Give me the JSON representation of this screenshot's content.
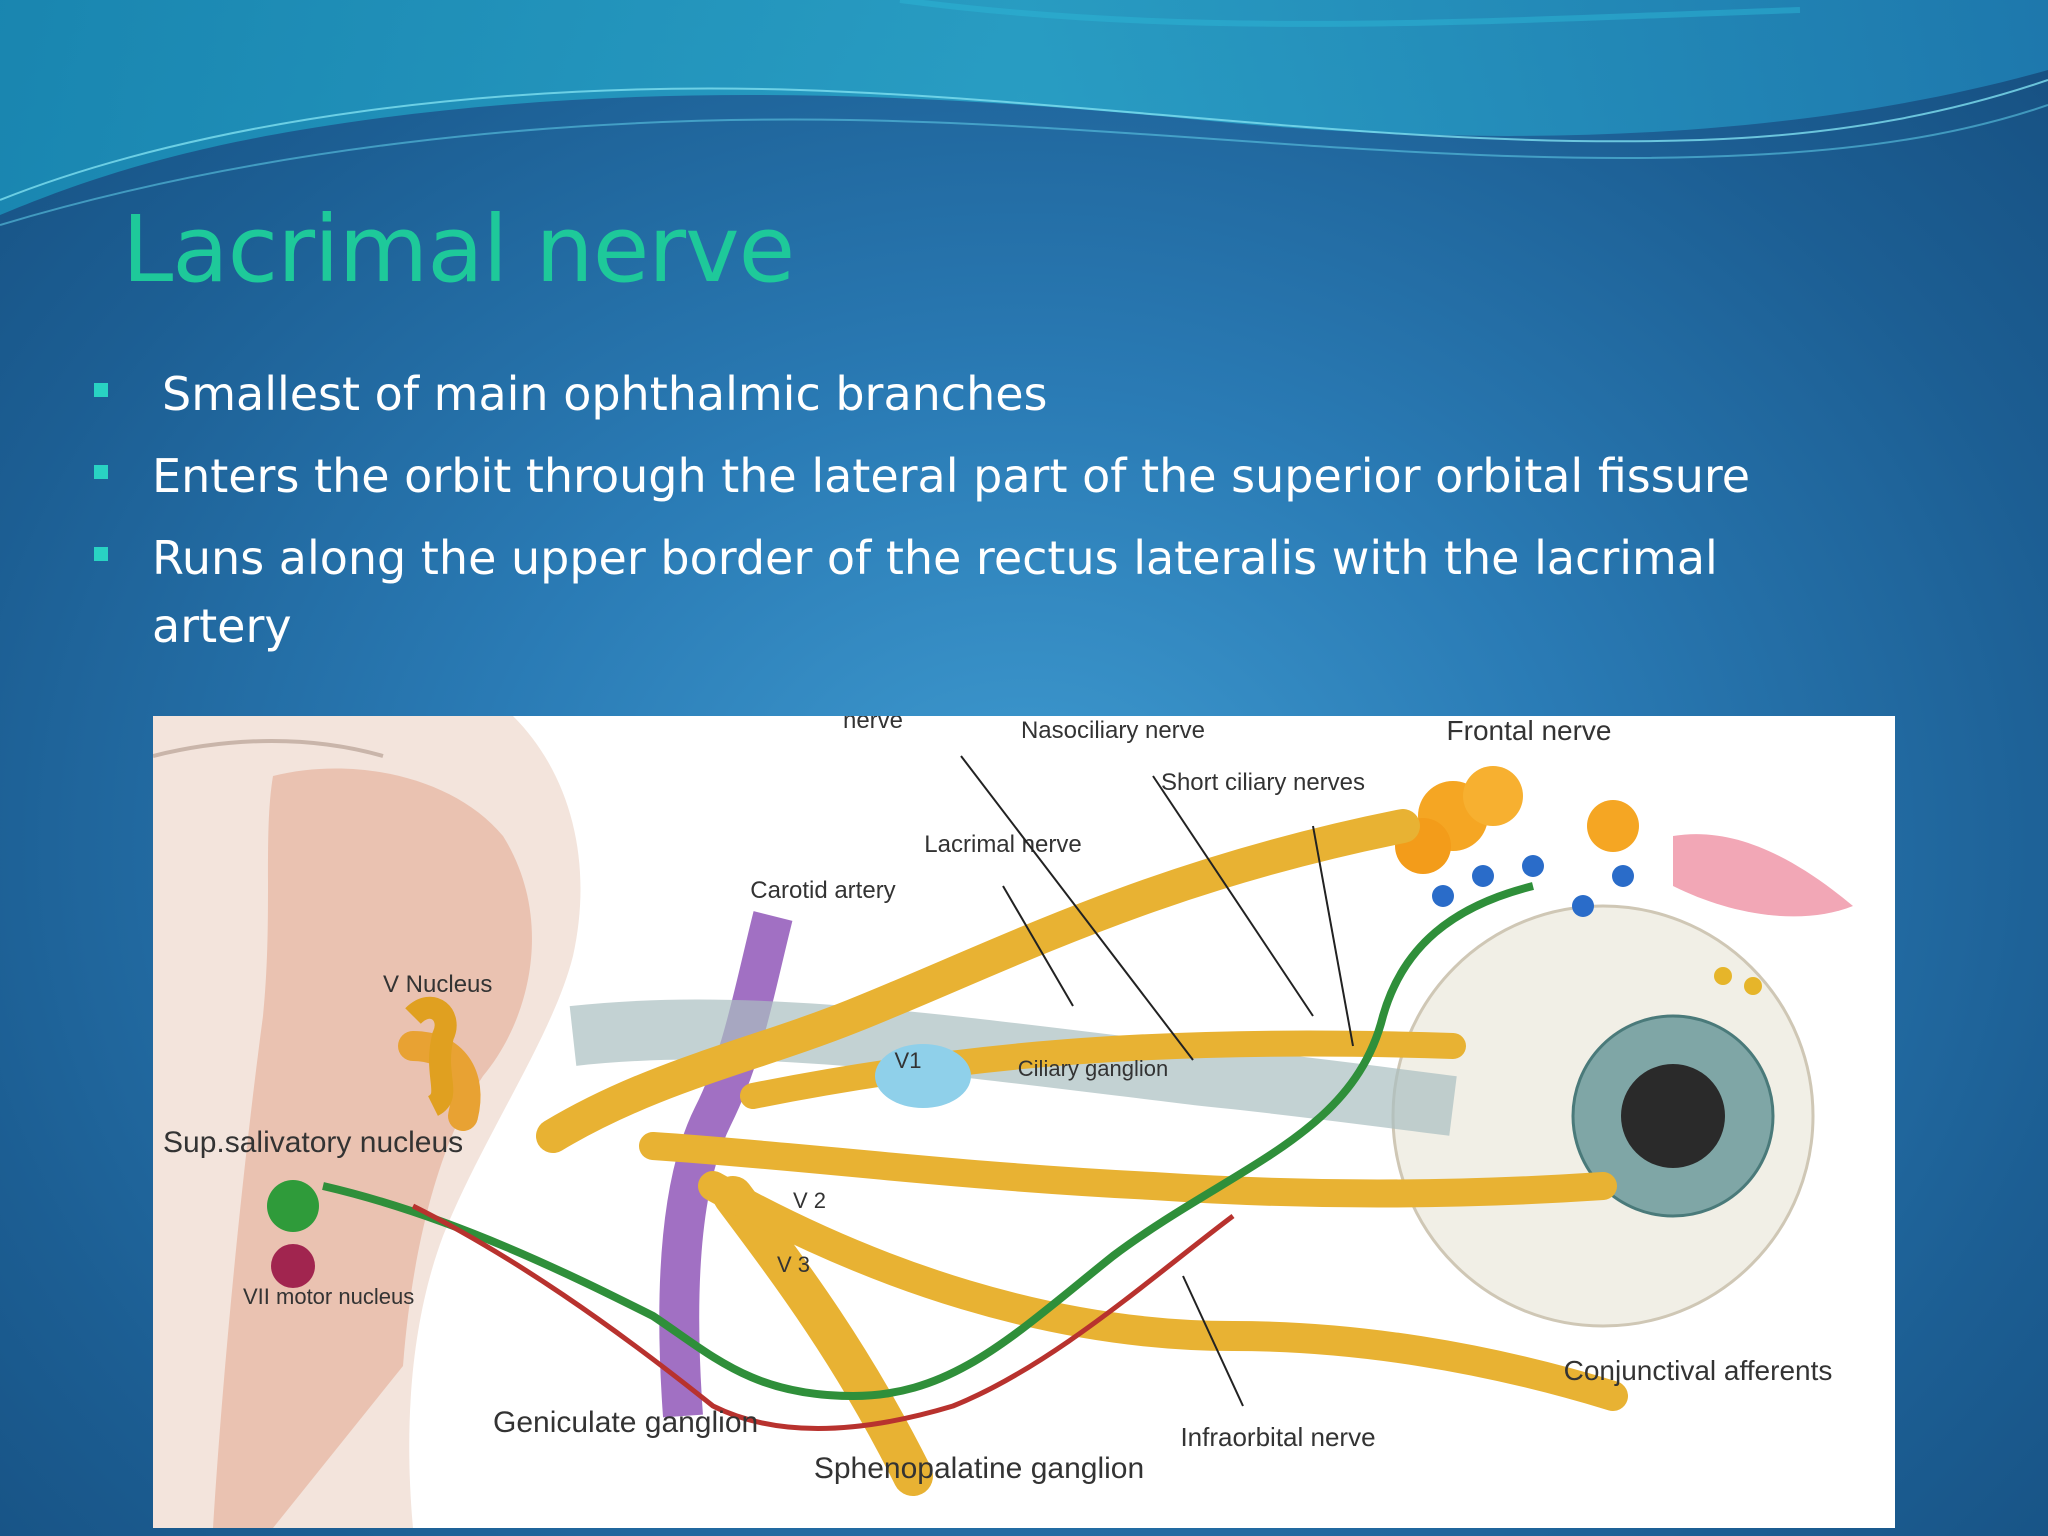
{
  "slide": {
    "title": "Lacrimal nerve",
    "bullets": [
      "Smallest of main ophthalmic branches",
      "Enters the orbit through the lateral part of the superior orbital fissure",
      "Runs along the upper border of the rectus lateralis with the lacrimal artery"
    ]
  },
  "figure": {
    "labels": {
      "nerve_top": "nerve",
      "nasociliary_nerve": "Nasociliary nerve",
      "short_ciliary_nerves": "Short ciliary nerves",
      "frontal_nerve": "Frontal nerve",
      "lacrimal_nerve": "Lacrimal nerve",
      "carotid_artery": "Carotid artery",
      "v_nucleus": "V Nucleus",
      "v1": "V1",
      "v2": "V 2",
      "v3": "V 3",
      "ciliary_ganglion": "Ciliary ganglion",
      "sup_salivatory_nucleus": "Sup.salivatory nucleus",
      "vii_motor_nucleus": "VII motor nucleus",
      "geniculate_ganglion": "Geniculate ganglion",
      "sphenopalatine_ganglion": "Sphenopalatine ganglion",
      "infraorbital_nerve": "Infraorbital nerve",
      "conjunctival_afferents": "Conjunctival afferents"
    }
  },
  "colors": {
    "title": "#1ec99a",
    "bullet_marker": "#29d3c3",
    "bullet_text": "#ffffff",
    "background": "#2a7bb5"
  }
}
